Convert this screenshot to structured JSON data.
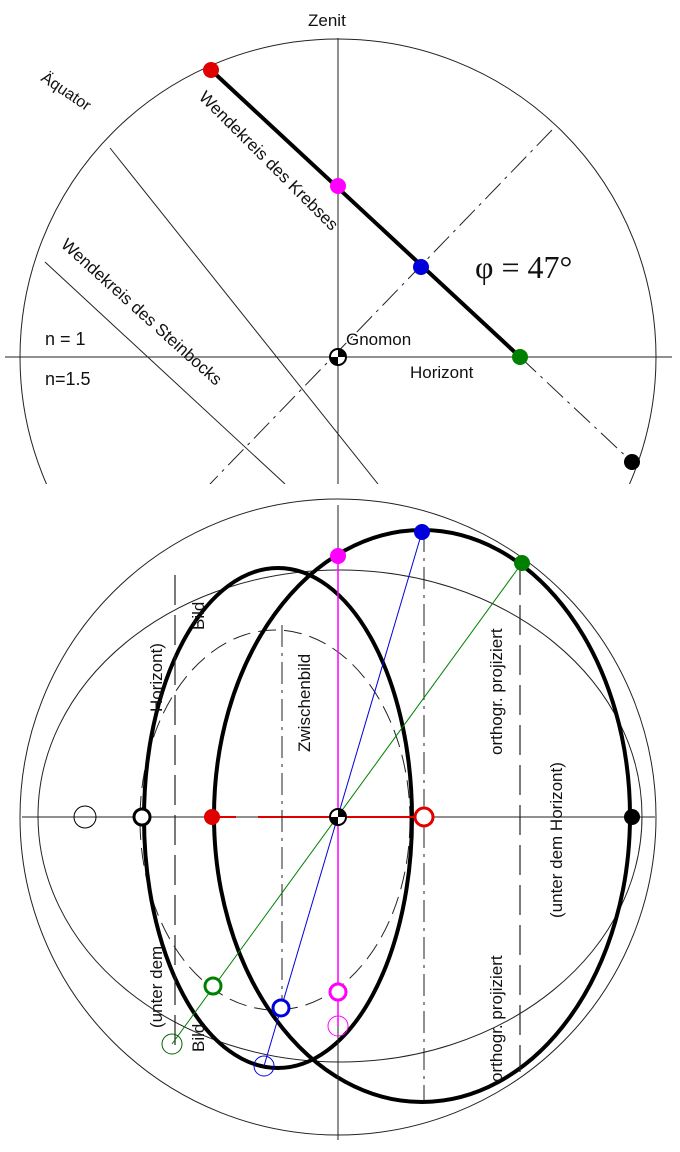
{
  "top_diagram": {
    "labels": {
      "zenit": "Zenit",
      "aquator": "Äquator",
      "krebs": "Wendekreis des Krebses",
      "steinbock": "Wendekreis des Steinbocks",
      "n1": "n = 1",
      "n15": "n=1.5",
      "gnomon": "Gnomon",
      "horizont": "Horizont",
      "phi": "φ = 47°"
    }
  },
  "bottom_diagram": {
    "labels": {
      "horizont_paren": "Horizont)",
      "bild_top": "Bild",
      "zwischenbild": "Zwischenbild",
      "orthogr_top": "orthogr. projiziert",
      "unter_dem_horizont": "(unter dem Horizont)",
      "unter_dem": "(unter dem",
      "bild_bottom": "Bild",
      "orthogr_bottom": "orthogr. projiziert"
    }
  },
  "colors": {
    "red": "#e00000",
    "magenta": "#ff00ff",
    "blue": "#0000dd",
    "green": "#008000",
    "black": "#000000",
    "dark_green": "#006400"
  }
}
